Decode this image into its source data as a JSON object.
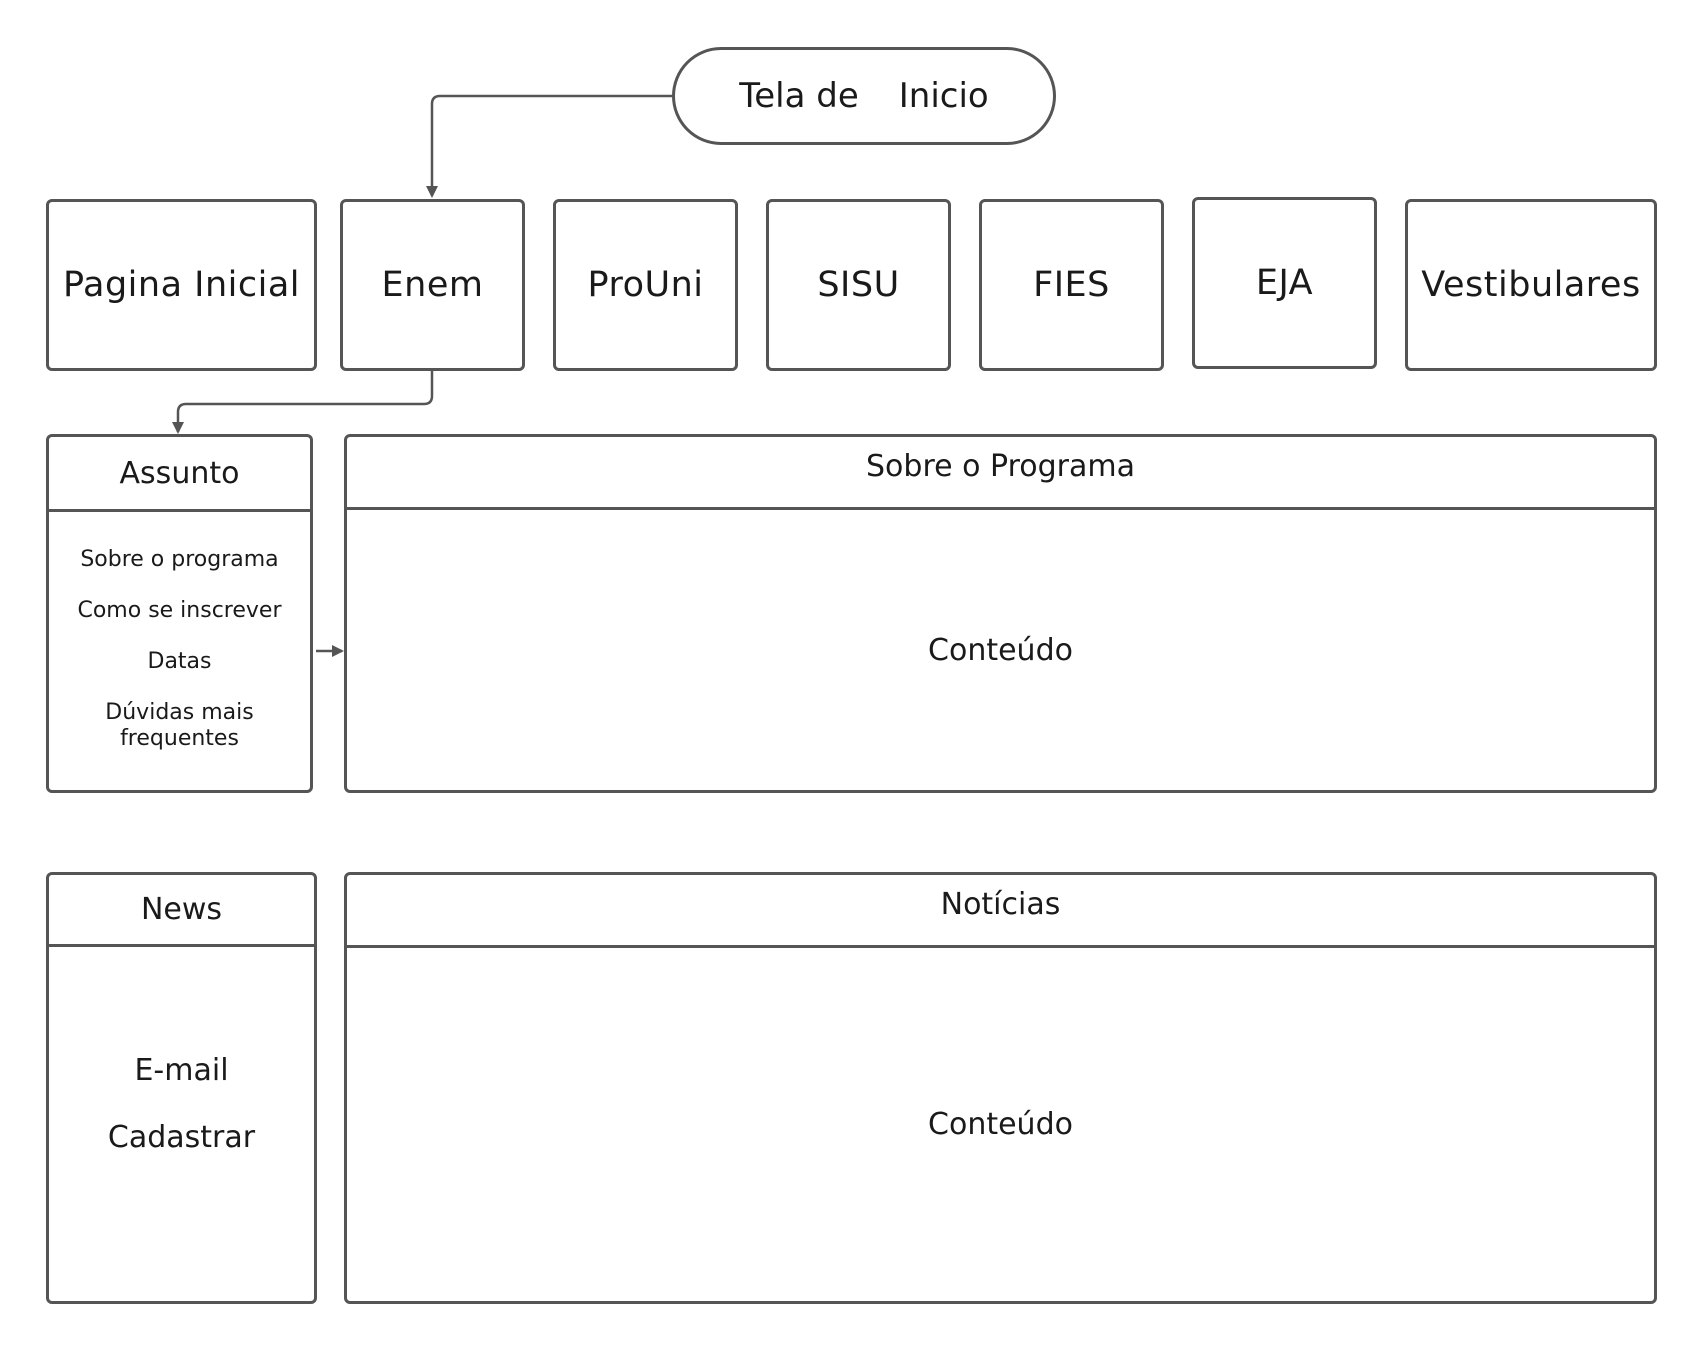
{
  "start_node": {
    "word1": "Tela de",
    "word2": "Inicio"
  },
  "nav": [
    {
      "label": "Pagina Inicial"
    },
    {
      "label": "Enem"
    },
    {
      "label": "ProUni"
    },
    {
      "label": "SISU"
    },
    {
      "label": "FIES"
    },
    {
      "label": "EJA"
    },
    {
      "label": "Vestibulares"
    }
  ],
  "subject_panel": {
    "title": "Assunto",
    "items": [
      "Sobre o programa",
      "Como se inscrever",
      "Datas",
      "Dúvidas mais frequentes"
    ]
  },
  "program_panel": {
    "title": "Sobre o Programa",
    "content": "Conteúdo"
  },
  "news_panel": {
    "title": "News",
    "email": "E-mail",
    "register": "Cadastrar"
  },
  "news_content_panel": {
    "title": "Notícias",
    "content": "Conteúdo"
  },
  "colors": {
    "stroke": "#555555",
    "text": "#1a1a1a",
    "background": "#ffffff"
  }
}
